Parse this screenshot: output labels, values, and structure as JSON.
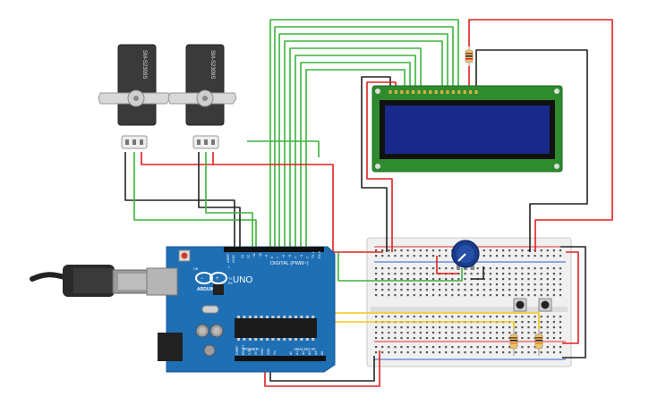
{
  "arduino": {
    "brand": "ARDUINO",
    "model": "UNO",
    "digital_label": "DIGITAL (PWM~)",
    "power_label": "POWER",
    "analog_label": "ANALOG IN",
    "aref_label": "AREF",
    "gnd_label": "GND",
    "tx_label": "TX",
    "rx_label": "RX",
    "on_label": "ON",
    "l_label": "L",
    "digital_pins": [
      "13",
      "12",
      "~11",
      "~10",
      "~9",
      "8",
      "7",
      "~6",
      "~5",
      "4",
      "~3",
      "2",
      "TX 1",
      "RX 0"
    ],
    "power_pins": [
      "IOREF",
      "RESET",
      "3.3V",
      "5V",
      "GND",
      "GND",
      "Vin"
    ],
    "analog_pins": [
      "A0",
      "A1",
      "A2",
      "A3",
      "A4",
      "A5"
    ]
  },
  "servos": [
    {
      "label": "SM-S2309S"
    },
    {
      "label": "SM-S2309S"
    }
  ],
  "lcd": {
    "screen_text": ""
  },
  "wire_colors": {
    "red": "#e02020",
    "black": "#222222",
    "green": "#3cb43c",
    "yellow": "#f0c814"
  },
  "colors": {
    "board": "#1f6fb4",
    "lcd_pcb": "#2e8b2e",
    "lcd_screen": "#1a2a8c",
    "breadboard": "#eeeeee",
    "pot": "#1a3c8c"
  }
}
